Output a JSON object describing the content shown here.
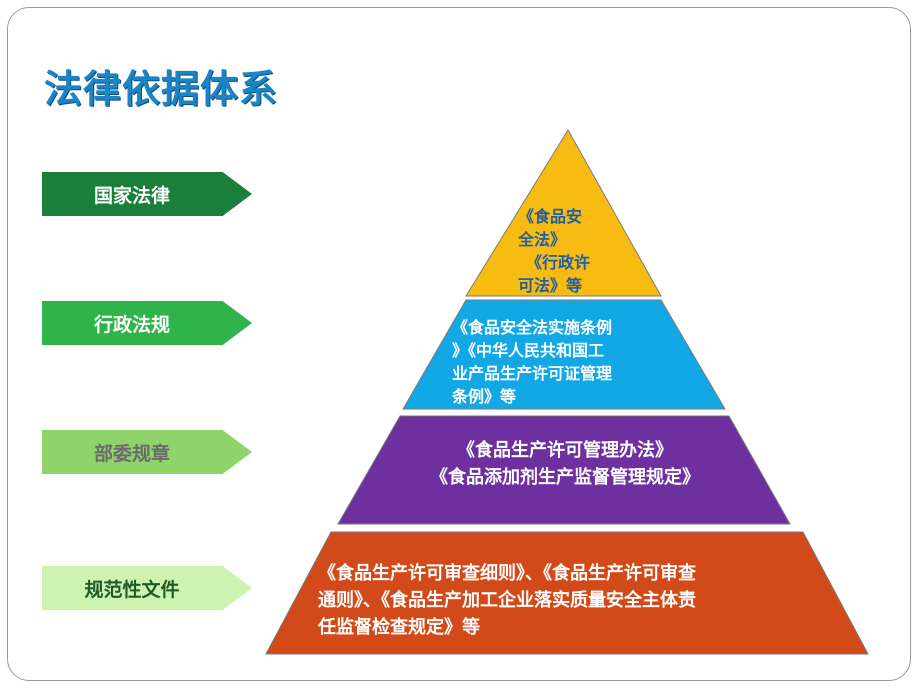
{
  "title": "法律依据体系",
  "levels": [
    {
      "label": "国家法律",
      "bg": "#1a7f3a",
      "fg": "#ffffff"
    },
    {
      "label": "行政法规",
      "bg": "#2fb34a",
      "fg": "#ffffff"
    },
    {
      "label": "部委规章",
      "bg": "#8fd46a",
      "fg": "#6b6b6b"
    },
    {
      "label": "规范性文件",
      "bg": "#ccf4b0",
      "fg": "#1f5a25"
    }
  ],
  "pyramid": [
    {
      "lines": [
        "《食品安",
        "全法》",
        "《行政许",
        "可法》等"
      ],
      "fill": "#f7bb12"
    },
    {
      "lines": [
        "《食品安全法实施条例",
        "》《中华人民共和国工",
        "业产品生产许可证管理",
        "条例》等"
      ],
      "fill": "#12a8e6"
    },
    {
      "lines": [
        "《食品生产许可管理办法》",
        "《食品添加剂生产监督管理规定》"
      ],
      "fill": "#6e2f9f"
    },
    {
      "lines": [
        "《食品生产许可审查细则》、《食品生产许可审查",
        "通则》、《食品生产加工企业落实质量安全主体责",
        "任监督检查规定》等"
      ],
      "fill": "#d24a19"
    }
  ],
  "colors": {
    "title": "#1a84c4",
    "border": "#9a9a9a",
    "outline": "#7a7a7a"
  }
}
